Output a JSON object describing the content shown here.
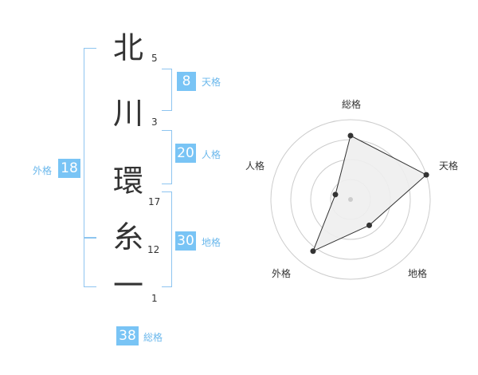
{
  "name": {
    "chars": [
      {
        "char": "北",
        "strokes": "5"
      },
      {
        "char": "川",
        "strokes": "3"
      },
      {
        "char": "環",
        "strokes": "17"
      },
      {
        "char": "糸",
        "strokes": "12"
      },
      {
        "char": "一",
        "strokes": "1"
      }
    ]
  },
  "fortunes": {
    "tenkaku": {
      "value": "8",
      "label": "天格"
    },
    "jinkaku": {
      "value": "20",
      "label": "人格"
    },
    "chikaku": {
      "value": "30",
      "label": "地格"
    },
    "gaikaku": {
      "value": "18",
      "label": "外格"
    },
    "soukaku": {
      "value": "38",
      "label": "総格"
    }
  },
  "colors": {
    "accent": "#79c4f5",
    "bracket": "#8ec5f0",
    "text": "#333333"
  },
  "chart_data": {
    "type": "radar",
    "axes": [
      "総格",
      "天格",
      "地格",
      "外格",
      "人格"
    ],
    "values": [
      4,
      5,
      2,
      4,
      1
    ],
    "max": 5,
    "rings": 4
  }
}
